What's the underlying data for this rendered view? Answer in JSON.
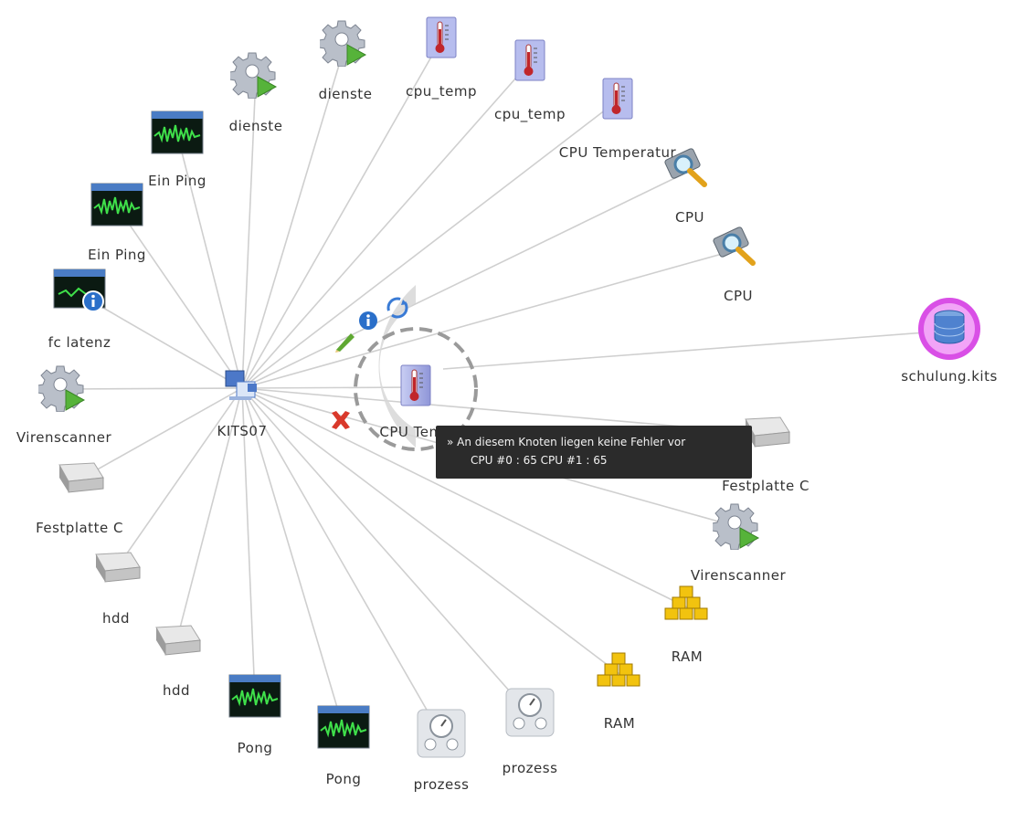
{
  "hub": {
    "label": "KITS07"
  },
  "nodes": [
    {
      "label": "dienste",
      "icon": "gear-play-icon"
    },
    {
      "label": "dienste",
      "icon": "gear-play-icon"
    },
    {
      "label": "cpu_temp",
      "icon": "thermometer-icon"
    },
    {
      "label": "cpu_temp",
      "icon": "thermometer-icon"
    },
    {
      "label": "CPU Temperatur",
      "icon": "thermometer-icon"
    },
    {
      "label": "CPU",
      "icon": "cpu-magnifier-icon"
    },
    {
      "label": "CPU",
      "icon": "cpu-magnifier-icon"
    },
    {
      "label": "schulung.kits",
      "icon": "database-icon"
    },
    {
      "label": "Festplatte C",
      "icon": "hard-drive-icon"
    },
    {
      "label": "Virenscanner",
      "icon": "gear-play-icon"
    },
    {
      "label": "RAM",
      "icon": "ram-blocks-icon"
    },
    {
      "label": "RAM",
      "icon": "ram-blocks-icon"
    },
    {
      "label": "prozess",
      "icon": "process-dial-icon"
    },
    {
      "label": "prozess",
      "icon": "process-dial-icon"
    },
    {
      "label": "Pong",
      "icon": "waveform-monitor-icon"
    },
    {
      "label": "Pong",
      "icon": "waveform-monitor-icon"
    },
    {
      "label": "hdd",
      "icon": "hard-drive-icon"
    },
    {
      "label": "hdd",
      "icon": "hard-drive-icon"
    },
    {
      "label": "Festplatte C",
      "icon": "hard-drive-icon"
    },
    {
      "label": "Virenscanner",
      "icon": "gear-play-icon"
    },
    {
      "label": "fc latenz",
      "icon": "monitor-info-icon"
    },
    {
      "label": "Ein Ping",
      "icon": "waveform-monitor-icon"
    },
    {
      "label": "Ein Ping",
      "icon": "waveform-monitor-icon"
    }
  ],
  "selected": {
    "label": "CPU Temp",
    "icon": "thermometer-icon"
  },
  "tooltip": {
    "line1": "» An diesem Knoten liegen keine Fehler vor",
    "line2": "CPU #0 : 65 CPU #1 : 65"
  }
}
